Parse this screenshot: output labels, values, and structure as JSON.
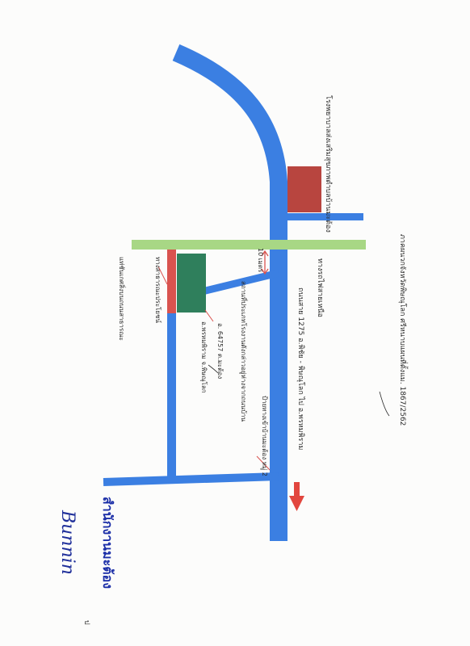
{
  "map": {
    "header_text": "ภาคผนวกจังหวัดพิษณุโลก  ศรีหนาบแผนที่ตั้งแม. 1867/2562",
    "labels": {
      "hospital": "โรงพยาบาลส่งเสริมสุขภาพตำบลบ้านมะต้อง",
      "railway": "ทางรถไฟสายเหนือ",
      "highway": "ถนนสาย 1275 อ.พิชัย - พิษณุโลก ไป อ.พรหมพิราม",
      "distance": "10 เมตร",
      "village_entrance": "ป้ายทางเข้าบ้านมะต้อง หมู่ 2",
      "plot_note": "สถานที่ประเภทโรงงานดังกล่าวอยู่ห่างจากถนนบ้าน",
      "address_1": "อ. 64757 ต.มะต้อง",
      "address_2": "อ.พรหมพิราม  จ.พิษณุโลก",
      "concrete_road": "ทางสาธารณะประโยชน์",
      "public_road": "แท่ชันเกศสิ่งบนถนนสาธารณะ",
      "stamp": "สำนักงานมะต้อง",
      "signature": "Bunnin",
      "corner_mark": "ป"
    },
    "colors": {
      "road": "#3b7fe2",
      "railway": "#a8d785",
      "hospital_building": "#b8453f",
      "plot": "#2f7f5c",
      "highlight_road": "#d9534f",
      "direction_arrow": "#e2463e",
      "stamp_text": "#1c2fa8"
    },
    "icons": {
      "direction_arrow": "arrow-down-icon",
      "distance_marker": "double-arrow-icon"
    }
  }
}
